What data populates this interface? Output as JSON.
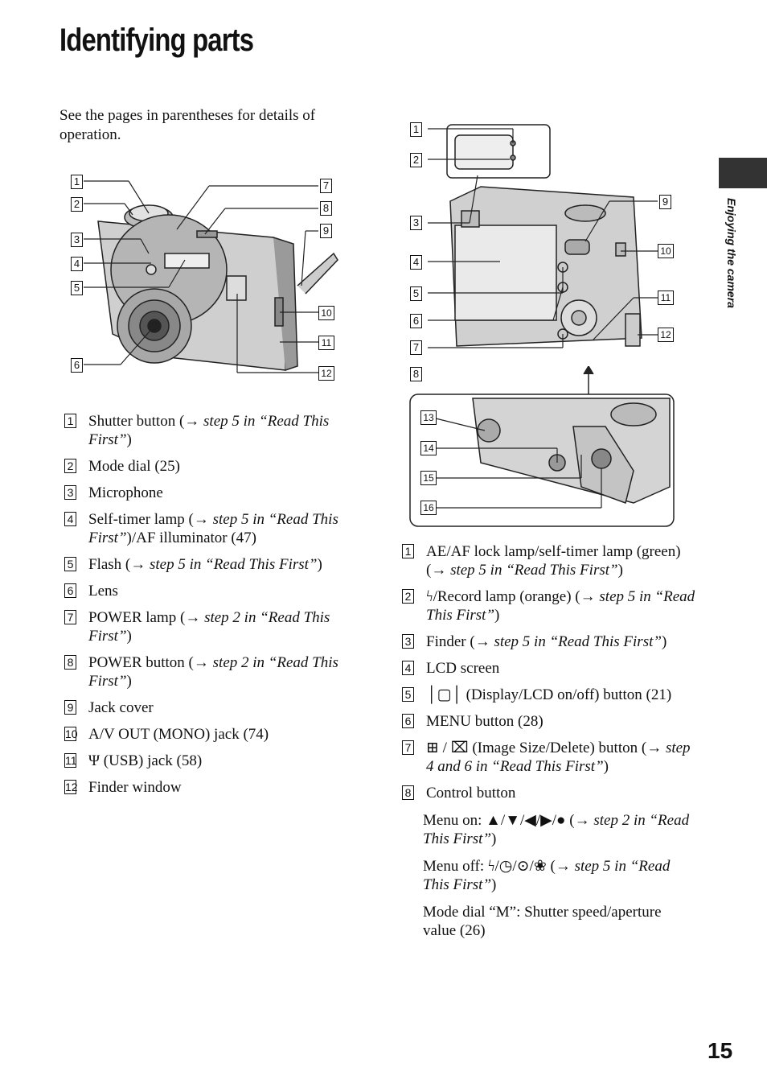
{
  "page": {
    "title": "Identifying parts",
    "intro": "See the pages in parentheses for details of operation.",
    "side_label": "Enjoying the camera",
    "page_number": "15"
  },
  "left_list": [
    {
      "n": "1",
      "label": "Shutter button (",
      "ref": "step 5 in “Read This First”",
      "tail": ")"
    },
    {
      "n": "2",
      "label": "Mode dial (25)",
      "ref": "",
      "tail": ""
    },
    {
      "n": "3",
      "label": "Microphone",
      "ref": "",
      "tail": ""
    },
    {
      "n": "4",
      "label": "Self-timer lamp (",
      "ref": "step 5 in “Read This First”",
      "tail": ")/AF illuminator (47)"
    },
    {
      "n": "5",
      "label": "Flash (",
      "ref": "step 5 in “Read This First”",
      "tail": ")"
    },
    {
      "n": "6",
      "label": "Lens",
      "ref": "",
      "tail": ""
    },
    {
      "n": "7",
      "label": "POWER lamp (",
      "ref": "step 2 in “Read This First”",
      "tail": ")"
    },
    {
      "n": "8",
      "label": "POWER button (",
      "ref": "step 2 in “Read This First”",
      "tail": ")"
    },
    {
      "n": "9",
      "label": "Jack cover",
      "ref": "",
      "tail": ""
    },
    {
      "n": "10",
      "label": "A/V OUT (MONO) jack (74)",
      "ref": "",
      "tail": ""
    },
    {
      "n": "11",
      "label": "Ψ (USB) jack (58)",
      "ref": "",
      "tail": ""
    },
    {
      "n": "12",
      "label": "Finder window",
      "ref": "",
      "tail": ""
    }
  ],
  "right_list": [
    {
      "n": "1",
      "label": "AE/AF lock lamp/self-timer lamp (green) (",
      "ref": "step 5 in “Read This First”",
      "tail": ")"
    },
    {
      "n": "2",
      "label": "ϟ/Record lamp (orange) (",
      "ref": "step 5 in “Read This First”",
      "tail": ")"
    },
    {
      "n": "3",
      "label": "Finder (",
      "ref": "step 5 in “Read This First”",
      "tail": ")"
    },
    {
      "n": "4",
      "label": "LCD screen",
      "ref": "",
      "tail": ""
    },
    {
      "n": "5",
      "label": "│▢│ (Display/LCD on/off) button (21)",
      "ref": "",
      "tail": ""
    },
    {
      "n": "6",
      "label": "MENU button (28)",
      "ref": "",
      "tail": ""
    },
    {
      "n": "7",
      "label": "⊞ / ⌧ (Image Size/Delete) button (",
      "ref": "step 4 and 6 in “Read This First”",
      "tail": ")"
    },
    {
      "n": "8",
      "label": "Control button",
      "ref": "",
      "tail": ""
    }
  ],
  "control_sub": [
    {
      "label": "Menu on: ▲/▼/◀/▶/● (",
      "ref": "step 2 in “Read This First”",
      "tail": ")"
    },
    {
      "label": "Menu off: ϟ/◷/⊙/❀ (",
      "ref": "step 5 in “Read This First”",
      "tail": ")"
    },
    {
      "label": "Mode dial “M”: Shutter speed/aperture value (26)",
      "ref": "",
      "tail": ""
    }
  ],
  "arrow": "→ "
}
